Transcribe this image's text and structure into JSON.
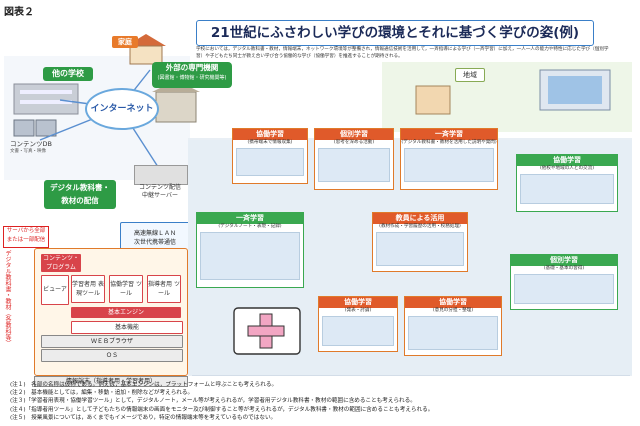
{
  "figure_label": "図表２",
  "title": "21世紀にふさわしい学びの環境とそれに基づく学びの姿(例)",
  "description": "学校においては，デジタル教科書・教材，情報端末，ネットワーク環境等が整備され，情報通信技術を活用して，一斉指導による学び（一斉学習）に加え，一人一人の能力や特性に応じた学び（個別学習）や子どもたち同士が教え合い学び合う協働的な学び（協働学習）を推進することが期待される。",
  "left": {
    "home": "家庭",
    "other_school": "他の学校",
    "experts_title": "外部の専門機関",
    "experts_sub": "(図書館・博物館・研究機関等)",
    "internet": "インターネット",
    "content_db": "コンテンツDB",
    "content_db_sub": "文書・写真・映像",
    "digital_textbook_1": "デジタル教科書・",
    "digital_textbook_2": "教材の配信",
    "server_1": "コンテンツ配信",
    "server_2": "中継サーバー",
    "lan_1": "高速無線ＬＡＮ",
    "lan_2": "次世代携帯通信",
    "red_note_1": "サーバから全部",
    "red_note_2": "または一部配信",
    "vertical_label": "デジタル教科書・教材（各教科等）",
    "stack": {
      "contents": "コンテンツ・プログラム",
      "viewer": "ビューア",
      "tool_learner": "学習者用 表現ツール",
      "tool_coop": "協働学習 ツール",
      "tool_teacher": "指導者用 ツール",
      "engine": "基本エンジン",
      "basic": "基本機能",
      "browser": "ＷＥＢブラウザ",
      "os": "ＯＳ",
      "device": "情報端末（指導者用・学習者用）"
    }
  },
  "community": "地域",
  "panels": [
    {
      "head": "協働学習",
      "sub": "(携帯端末で情報収集)"
    },
    {
      "head": "個別学習",
      "sub": "(思考を深める活動)"
    },
    {
      "head": "一斉学習",
      "sub": "(デジタル教科書・教材を活用した説明や発問)"
    },
    {
      "head": "協働学習",
      "sub": "(他校や地域の人との交流)"
    },
    {
      "head": "一斉学習",
      "sub": "(デジタルノート・表現・記録)"
    },
    {
      "head": "教員による活用",
      "sub": "(教材作成・学習履歴の活用・校務処理)"
    },
    {
      "head": "個別学習",
      "sub": "(基礎・基本の習得)"
    },
    {
      "head": "協働学習",
      "sub": "(発表・討論)"
    },
    {
      "head": "協働学習",
      "sub": "(意見の分担・整理)"
    }
  ],
  "notes": [
    "(注１)　各部の名称は仮称である。例えば，基本エンジンは，プラットフォームと呼ぶことも考えられる。",
    "(注２)　基本機能としては，編集・移動・追加・削除などが考えられる。",
    "(注３)「学習者用表現・協働学習ツール」として，デジタルノート，メール等が考えられるが，学習者用デジタル教科書・教材の範囲に含めることも考えられる。",
    "(注４)「指導者用ツール」として子どもたちの情報端末の画面をモニター及び制御すること等が考えられるが，デジタル教科書・教材の範囲に含めることも考えられる。",
    "(注５)　授業風景については，あくまでもイメージであり，特定の情報端末等を考えているものではない。"
  ]
}
